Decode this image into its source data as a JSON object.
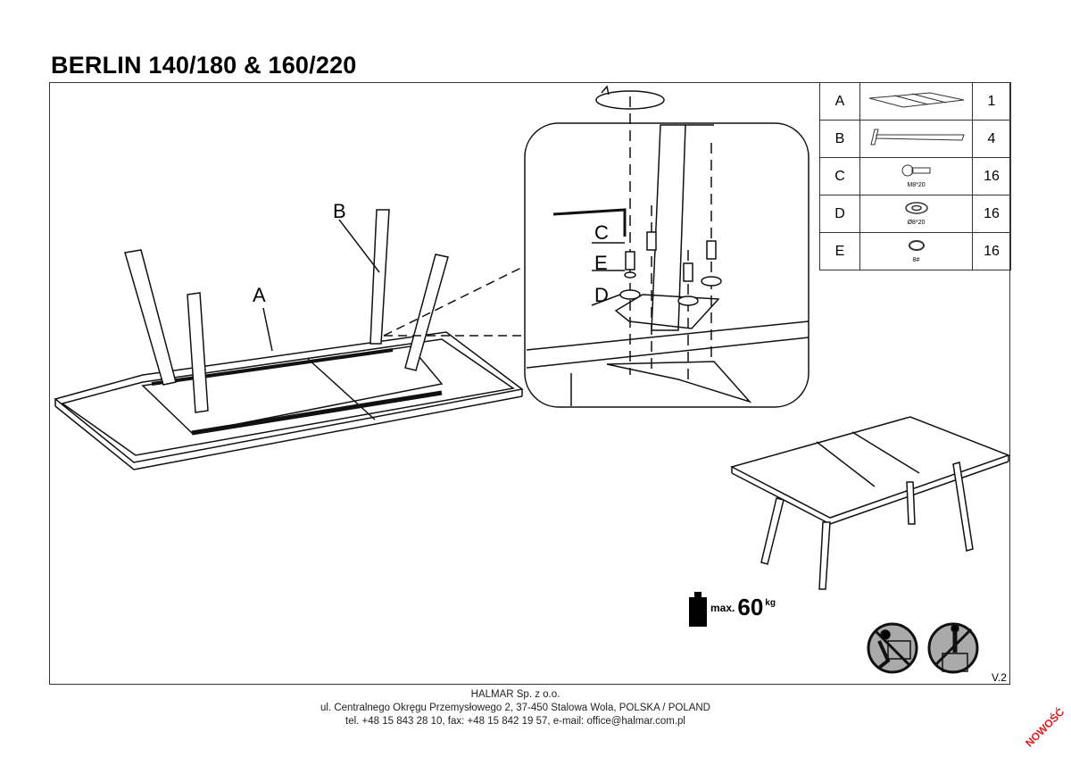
{
  "title": "BERLIN 140/180 & 160/220",
  "parts": [
    {
      "letter": "A",
      "icon": "tabletop-icon",
      "spec": "",
      "qty": "1"
    },
    {
      "letter": "B",
      "icon": "leg-icon",
      "spec": "",
      "qty": "4"
    },
    {
      "letter": "C",
      "icon": "bolt-icon",
      "spec": "M8*20",
      "qty": "16"
    },
    {
      "letter": "D",
      "icon": "washer-icon",
      "spec": "Ø8*20",
      "qty": "16"
    },
    {
      "letter": "E",
      "icon": "spring-washer-icon",
      "spec": "8#",
      "qty": "16"
    }
  ],
  "diagram_labels": {
    "a": "A",
    "b": "B",
    "c": "C",
    "d": "D",
    "e": "E"
  },
  "max_load": {
    "prefix": "max.",
    "value": "60",
    "unit": "kg"
  },
  "version": "V.2",
  "footer": {
    "company": "HALMAR Sp. z o.o.",
    "address": "ul. Centralnego Okręgu Przemysłowego 2, 37-450 Stalowa Wola, POLSKA / POLAND",
    "contact": "tel. +48 15 843 28 10, fax: +48 15 842 19 57, e-mail: office@halmar.com.pl"
  },
  "badge": "NOWOŚĆ"
}
